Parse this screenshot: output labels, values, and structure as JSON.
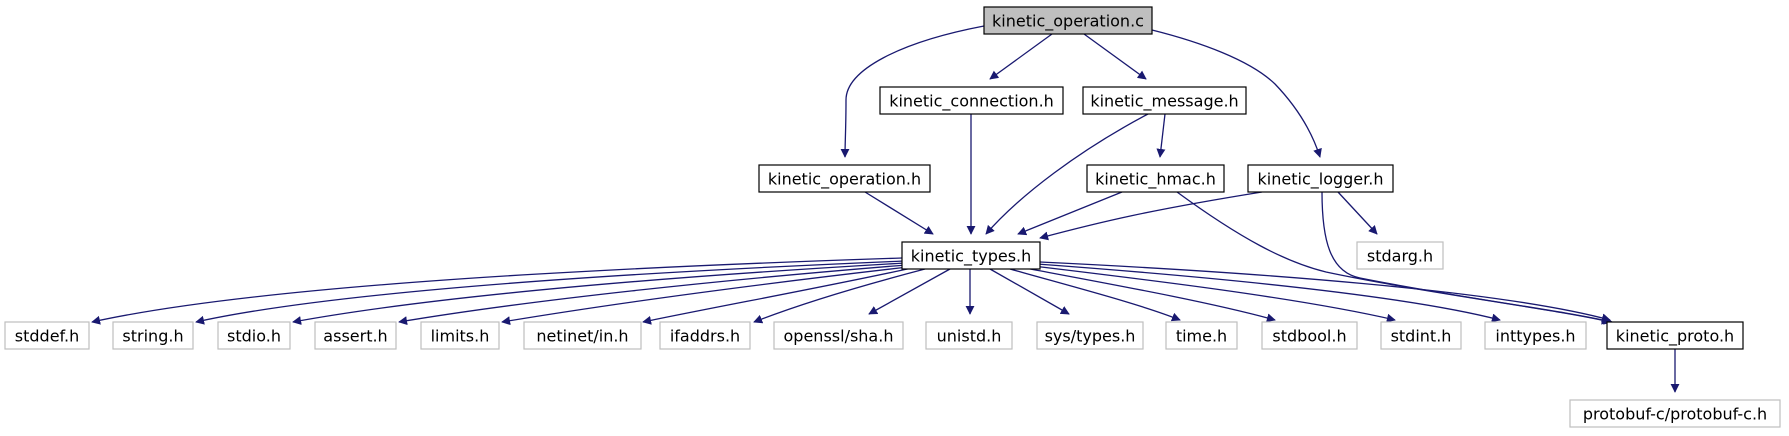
{
  "graph": {
    "edge_color": "#191970",
    "root_fill": "#bfbfbf",
    "system_border": "#bfbfbf",
    "nodes": {
      "kinetic_operation_c": {
        "label": "kinetic_operation.c",
        "style": "root"
      },
      "kinetic_connection_h": {
        "label": "kinetic_connection.h",
        "style": "solid"
      },
      "kinetic_message_h": {
        "label": "kinetic_message.h",
        "style": "solid"
      },
      "kinetic_operation_h": {
        "label": "kinetic_operation.h",
        "style": "solid"
      },
      "kinetic_hmac_h": {
        "label": "kinetic_hmac.h",
        "style": "solid"
      },
      "kinetic_logger_h": {
        "label": "kinetic_logger.h",
        "style": "solid"
      },
      "kinetic_types_h": {
        "label": "kinetic_types.h",
        "style": "solid"
      },
      "stdarg_h": {
        "label": "stdarg.h",
        "style": "system"
      },
      "stddef_h": {
        "label": "stddef.h",
        "style": "system"
      },
      "string_h": {
        "label": "string.h",
        "style": "system"
      },
      "stdio_h": {
        "label": "stdio.h",
        "style": "system"
      },
      "assert_h": {
        "label": "assert.h",
        "style": "system"
      },
      "limits_h": {
        "label": "limits.h",
        "style": "system"
      },
      "netinet_in_h": {
        "label": "netinet/in.h",
        "style": "system"
      },
      "ifaddrs_h": {
        "label": "ifaddrs.h",
        "style": "system"
      },
      "openssl_sha_h": {
        "label": "openssl/sha.h",
        "style": "system"
      },
      "unistd_h": {
        "label": "unistd.h",
        "style": "system"
      },
      "sys_types_h": {
        "label": "sys/types.h",
        "style": "system"
      },
      "time_h": {
        "label": "time.h",
        "style": "system"
      },
      "stdbool_h": {
        "label": "stdbool.h",
        "style": "system"
      },
      "stdint_h": {
        "label": "stdint.h",
        "style": "system"
      },
      "inttypes_h": {
        "label": "inttypes.h",
        "style": "system"
      },
      "kinetic_proto_h": {
        "label": "kinetic_proto.h",
        "style": "solid"
      },
      "protobuf_c_h": {
        "label": "protobuf-c/protobuf-c.h",
        "style": "system"
      }
    },
    "edges": [
      [
        "kinetic_operation_c",
        "kinetic_operation_h"
      ],
      [
        "kinetic_operation_c",
        "kinetic_connection_h"
      ],
      [
        "kinetic_operation_c",
        "kinetic_message_h"
      ],
      [
        "kinetic_operation_c",
        "kinetic_logger_h"
      ],
      [
        "kinetic_connection_h",
        "kinetic_types_h"
      ],
      [
        "kinetic_message_h",
        "kinetic_types_h"
      ],
      [
        "kinetic_message_h",
        "kinetic_hmac_h"
      ],
      [
        "kinetic_operation_h",
        "kinetic_types_h"
      ],
      [
        "kinetic_hmac_h",
        "kinetic_types_h"
      ],
      [
        "kinetic_hmac_h",
        "kinetic_proto_h"
      ],
      [
        "kinetic_logger_h",
        "kinetic_types_h"
      ],
      [
        "kinetic_logger_h",
        "stdarg_h"
      ],
      [
        "kinetic_logger_h",
        "kinetic_proto_h"
      ],
      [
        "kinetic_types_h",
        "stddef_h"
      ],
      [
        "kinetic_types_h",
        "string_h"
      ],
      [
        "kinetic_types_h",
        "stdio_h"
      ],
      [
        "kinetic_types_h",
        "assert_h"
      ],
      [
        "kinetic_types_h",
        "limits_h"
      ],
      [
        "kinetic_types_h",
        "netinet_in_h"
      ],
      [
        "kinetic_types_h",
        "ifaddrs_h"
      ],
      [
        "kinetic_types_h",
        "openssl_sha_h"
      ],
      [
        "kinetic_types_h",
        "unistd_h"
      ],
      [
        "kinetic_types_h",
        "sys_types_h"
      ],
      [
        "kinetic_types_h",
        "time_h"
      ],
      [
        "kinetic_types_h",
        "stdbool_h"
      ],
      [
        "kinetic_types_h",
        "stdint_h"
      ],
      [
        "kinetic_types_h",
        "inttypes_h"
      ],
      [
        "kinetic_types_h",
        "kinetic_proto_h"
      ],
      [
        "kinetic_proto_h",
        "protobuf_c_h"
      ]
    ]
  }
}
